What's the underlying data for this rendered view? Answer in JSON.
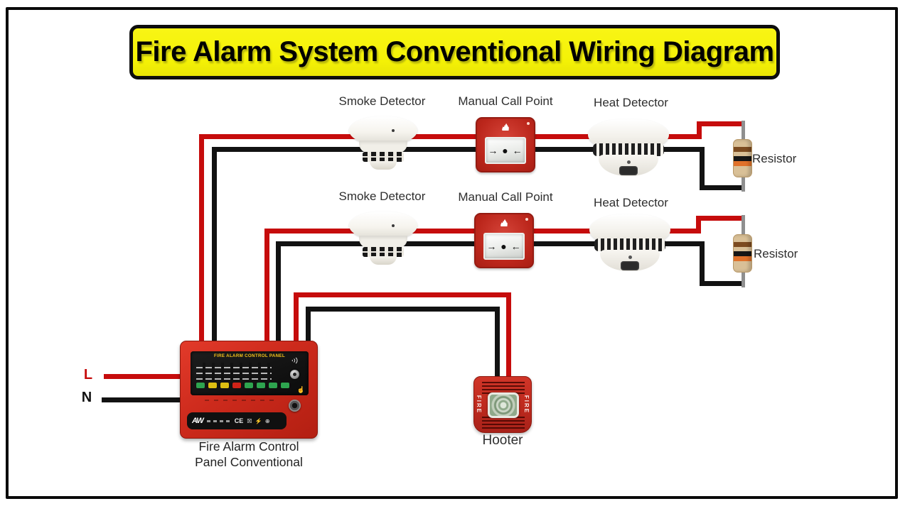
{
  "title": "Fire Alarm System Conventional Wiring Diagram",
  "power": {
    "live": "L",
    "neutral": "N"
  },
  "zones": [
    {
      "smoke": "Smoke Detector",
      "mcp": "Manual Call Point",
      "heat": "Heat Detector",
      "resistor": "Resistor"
    },
    {
      "smoke": "Smoke Detector",
      "mcp": "Manual Call Point",
      "heat": "Heat Detector",
      "resistor": "Resistor"
    }
  ],
  "mcp_symbol": "→ ● ←",
  "panel": {
    "display_title": "FIRE ALARM CONTROL PANEL",
    "caption_line1": "Fire Alarm Control",
    "caption_line2": "Panel Conventional",
    "logo": "AW",
    "ce": "CE",
    "button_colors": [
      "#2ea44f",
      "#ddbe12",
      "#ddbe12",
      "#cf2318",
      "#2ea44f",
      "#2ea44f",
      "#2ea44f",
      "#2ea44f"
    ]
  },
  "hooter": {
    "label": "Hooter",
    "side_text": "FIRE"
  },
  "colors": {
    "wire_live": "#c60c0c",
    "wire_neutral": "#121212",
    "title_bg": "#f4f106",
    "device_red": "#bb261b",
    "panel_red": "#cc2a1c",
    "resistor_body": "#d9c097",
    "resistor_pin": "#8f8f8f",
    "resistor_bands": [
      "brown",
      "black",
      "orange"
    ]
  }
}
